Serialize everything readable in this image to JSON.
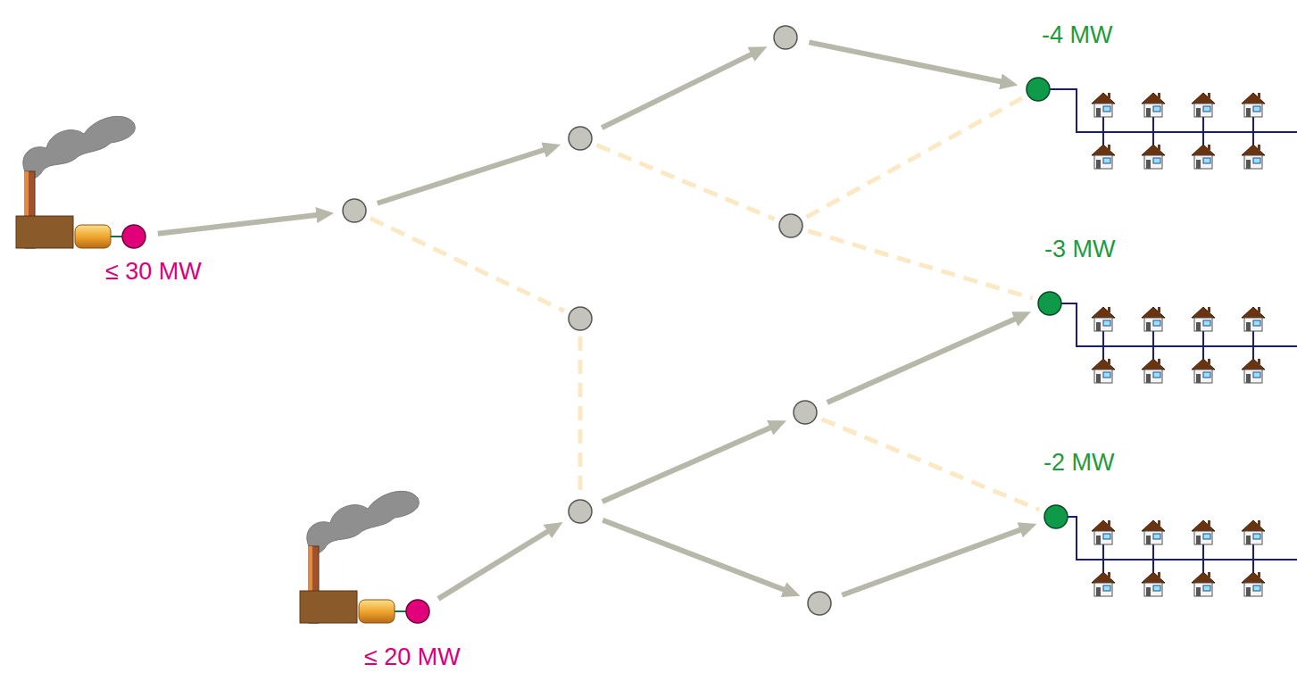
{
  "diagram": {
    "nodes": [
      {
        "text": [
          "≤ 30 MW"
        ]
      },
      {
        "text": []
      },
      {
        "text": []
      },
      {
        "text": []
      },
      {
        "text": [
          "≤ 20 MW"
        ]
      },
      {
        "text": []
      },
      {
        "text": []
      },
      {
        "text": []
      },
      {
        "text": []
      },
      {
        "text": []
      },
      {
        "text": [
          "-4 MW"
        ]
      },
      {
        "text": [
          "-3 MW"
        ]
      },
      {
        "text": [
          "-2 MW"
        ]
      }
    ],
    "edges": [
      {
        "from": 0,
        "to": 1,
        "arrow": "to"
      },
      {
        "from": 1,
        "to": 2,
        "arrow": "to"
      },
      {
        "from": 2,
        "to": 6,
        "arrow": "to"
      },
      {
        "from": 6,
        "to": 10,
        "arrow": "to"
      },
      {
        "from": 4,
        "to": 5,
        "arrow": "to"
      },
      {
        "from": 5,
        "to": 8,
        "arrow": "to"
      },
      {
        "from": 8,
        "to": 11,
        "arrow": "to"
      },
      {
        "from": 5,
        "to": 9,
        "arrow": "to"
      },
      {
        "from": 9,
        "to": 12,
        "arrow": "to"
      },
      {
        "from": 1,
        "to": 3,
        "arrow": "none"
      },
      {
        "from": 3,
        "to": 5,
        "arrow": "none"
      },
      {
        "from": 2,
        "to": 7,
        "arrow": "none"
      },
      {
        "from": 7,
        "to": 10,
        "arrow": "none"
      },
      {
        "from": 7,
        "to": 11,
        "arrow": "none"
      },
      {
        "from": 8,
        "to": 12,
        "arrow": "none"
      }
    ]
  }
}
